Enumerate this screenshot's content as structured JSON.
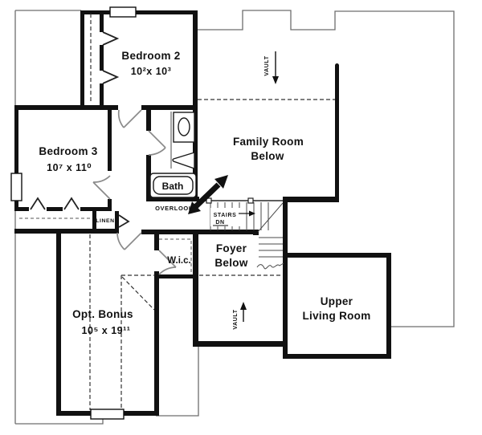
{
  "rooms": {
    "bedroom2": {
      "name": "Bedroom 2",
      "dims": "10²x  10³"
    },
    "bedroom3": {
      "name": "Bedroom 3",
      "dims": "10⁷ x  11⁰"
    },
    "family_room": {
      "line1": "Family Room",
      "line2": "Below"
    },
    "foyer": {
      "line1": "Foyer",
      "line2": "Below"
    },
    "upper_living_room": {
      "line1": "Upper",
      "line2": "Living Room"
    },
    "opt_bonus": {
      "name": "Opt. Bonus",
      "dims": "10⁵ x  19¹¹"
    },
    "bath": {
      "name": "Bath"
    },
    "wic": {
      "name": "W.i.c."
    }
  },
  "annotations": {
    "overlook": "OVERLOOK",
    "linen": "LINEN",
    "stairs": "STAIRS",
    "down": "DN",
    "vault": "VAULT"
  },
  "colors": {
    "background": "#ffffff",
    "wall": "#111111",
    "thin_outline": "#6e6e6e",
    "door_leaf": "#8a8a8a",
    "text": "#111111"
  }
}
